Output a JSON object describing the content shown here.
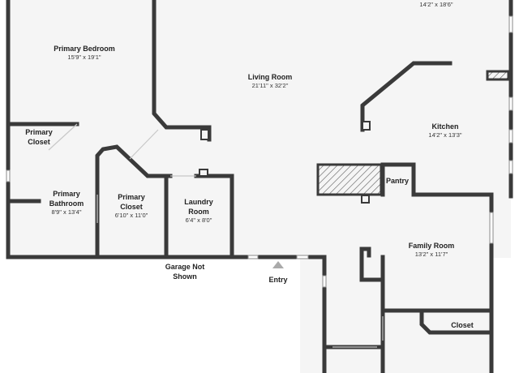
{
  "rooms": {
    "top_right_dim": "14'2\" x 18'6\"",
    "primary_bedroom": {
      "name": "Primary Bedroom",
      "dim": "15'9\" x 19'1\""
    },
    "living_room": {
      "name": "Living Room",
      "dim": "21'11\" x 32'2\""
    },
    "kitchen": {
      "name": "Kitchen",
      "dim": "14'2\" x 13'3\""
    },
    "primary_closet_small": {
      "name_l1": "Primary",
      "name_l2": "Closet"
    },
    "primary_bathroom": {
      "name_l1": "Primary",
      "name_l2": "Bathroom",
      "dim": "8'9\" x 13'4\""
    },
    "primary_closet": {
      "name_l1": "Primary",
      "name_l2": "Closet",
      "dim": "6'10\" x 11'0\""
    },
    "laundry_room": {
      "name_l1": "Laundry",
      "name_l2": "Room",
      "dim": "6'4\" x 8'0\""
    },
    "pantry": {
      "name": "Pantry"
    },
    "family_room": {
      "name": "Family Room",
      "dim": "13'2\" x 11'7\""
    },
    "closet": {
      "name": "Closet"
    }
  },
  "labels": {
    "garage_l1": "Garage Not",
    "garage_l2": "Shown",
    "entry": "Entry"
  }
}
